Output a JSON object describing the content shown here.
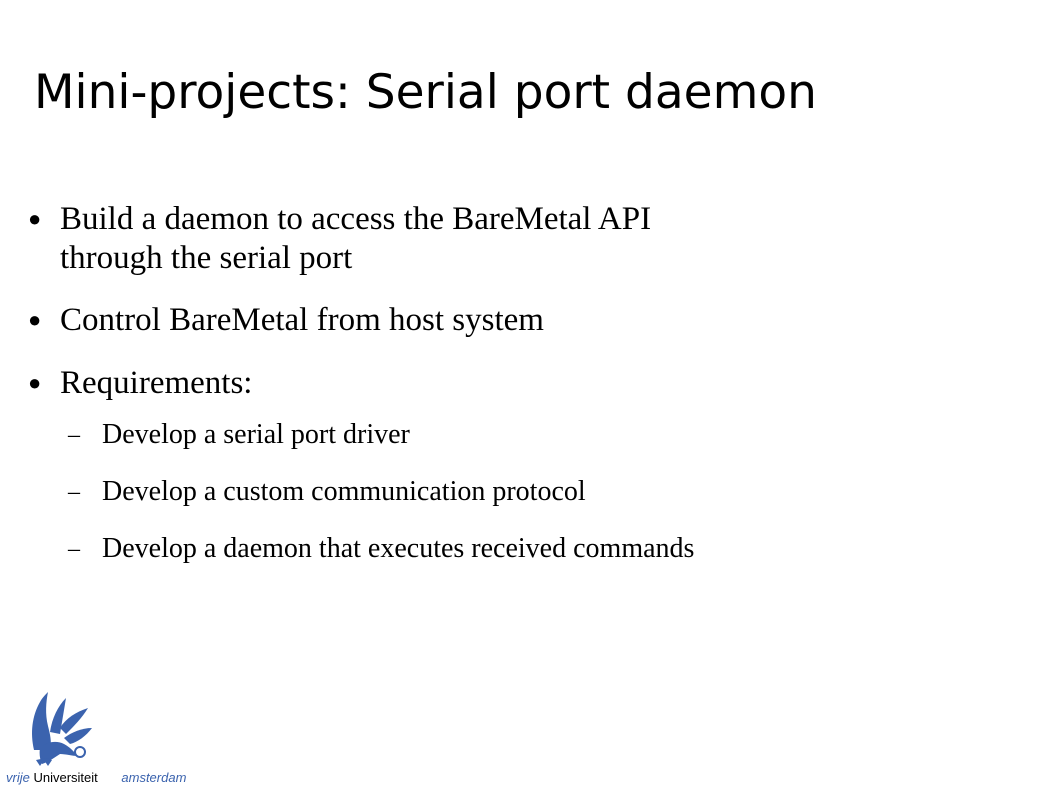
{
  "slide": {
    "title": "Mini-projects: Serial port daemon",
    "bullets": [
      {
        "marker": "●",
        "text_line1": "Build a daemon to access the BareMetal API",
        "text_line2": "through the serial port"
      },
      {
        "marker": "●",
        "text": "Control BareMetal from host system"
      },
      {
        "marker": "●",
        "text": "Requirements:"
      }
    ],
    "sub_bullets": [
      {
        "marker": "–",
        "text": "Develop a serial port driver"
      },
      {
        "marker": "–",
        "text": "Develop a custom communication protocol"
      },
      {
        "marker": "–",
        "text": "Develop a daemon that executes received commands"
      }
    ]
  },
  "footer": {
    "vrije": "vrije",
    "universiteit": "Universiteit",
    "amsterdam": "amsterdam",
    "logo_icon": "griffin-logo-icon",
    "brand_color": "#3b63ae"
  }
}
